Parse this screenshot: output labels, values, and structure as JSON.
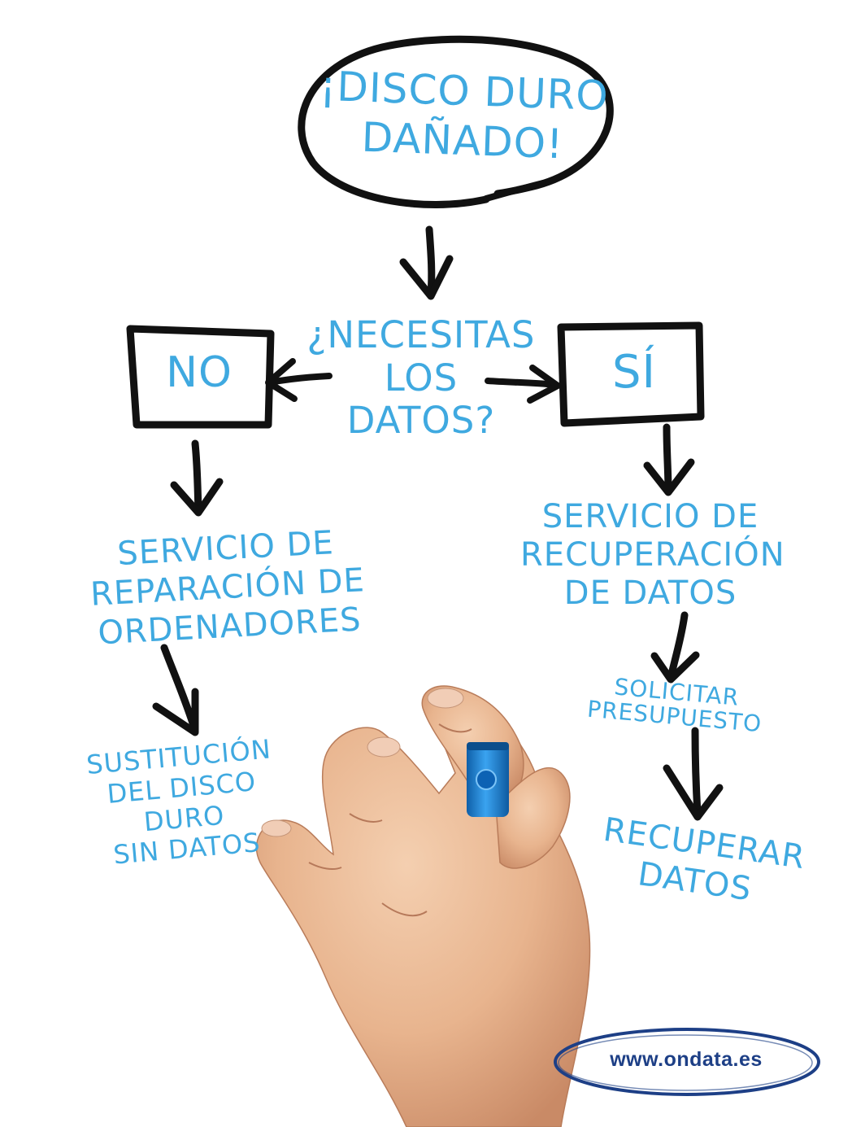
{
  "diagram": {
    "title": "¡DISCO DURO\nDAÑADO!",
    "question": "¿NECESITAS\nLOS\nDATOS?",
    "options": {
      "no": "NO",
      "yes": "SÍ"
    },
    "no_branch": {
      "step1": "SERVICIO DE\nREPARACIÓN DE\nORDENADORES",
      "step2": "SUSTITUCIÓN\nDEL DISCO DURO\nSIN DATOS"
    },
    "yes_branch": {
      "step1": "SERVICIO DE\nRECUPERACIÓN\nDE DATOS",
      "step2": "SOLICITAR PRESUPUESTO",
      "step3": "RECUPERAR\nDATOS"
    }
  },
  "footer": {
    "website": "www.ondata.es"
  },
  "colors": {
    "text_blue": "#3fa9e0",
    "marker_black": "#111111",
    "logo_navy": "#1d3f86",
    "marker_pen_blue": "#1e88d8",
    "skin": "#e8b48e"
  }
}
